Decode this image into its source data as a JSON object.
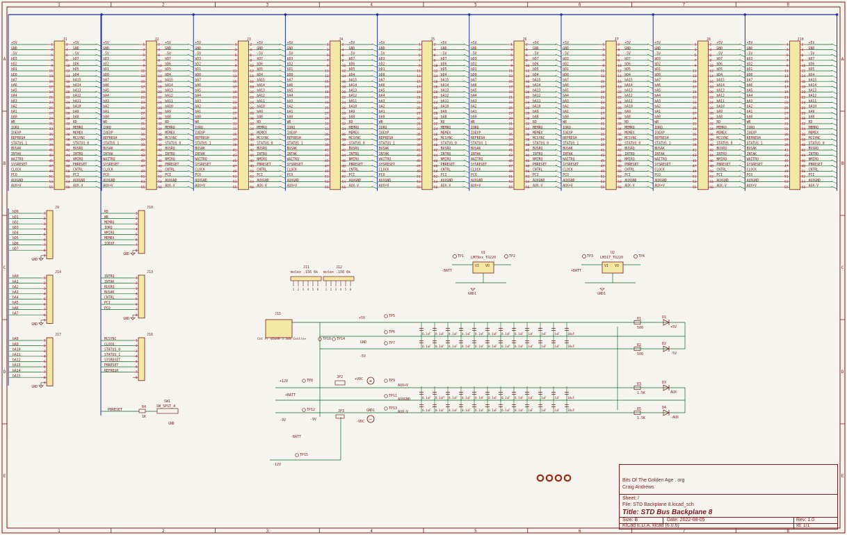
{
  "frame": {
    "columns": [
      "1",
      "2",
      "3",
      "4",
      "5",
      "6",
      "7",
      "8"
    ],
    "rows": [
      "A",
      "B",
      "C",
      "D",
      "E"
    ]
  },
  "connector_designators": [
    "J1",
    "J2",
    "J3",
    "J4",
    "J5",
    "J6",
    "J7",
    "J8",
    "J10"
  ],
  "bus_pins": [
    {
      "l": "+5V",
      "ln": "1",
      "rn": "2",
      "r": "+5V"
    },
    {
      "l": "GND",
      "ln": "3",
      "rn": "4",
      "r": "GND"
    },
    {
      "l": "-5V",
      "ln": "5",
      "rn": "6",
      "r": "-5V"
    },
    {
      "l": "bD3",
      "ln": "7",
      "rn": "8",
      "r": "bD7"
    },
    {
      "l": "bD2",
      "ln": "9",
      "rn": "10",
      "r": "bD6"
    },
    {
      "l": "bD1",
      "ln": "11",
      "rn": "12",
      "r": "bD5"
    },
    {
      "l": "bD0",
      "ln": "13",
      "rn": "14",
      "r": "bD4"
    },
    {
      "l": "bA7",
      "ln": "15",
      "rn": "16",
      "r": "bA15"
    },
    {
      "l": "bA6",
      "ln": "17",
      "rn": "18",
      "r": "bA14"
    },
    {
      "l": "bA5",
      "ln": "19",
      "rn": "20",
      "r": "bA13"
    },
    {
      "l": "bA4",
      "ln": "21",
      "rn": "22",
      "r": "bA12"
    },
    {
      "l": "bA3",
      "ln": "23",
      "rn": "24",
      "r": "bA11"
    },
    {
      "l": "bA2",
      "ln": "25",
      "rn": "26",
      "r": "bA10"
    },
    {
      "l": "bA1",
      "ln": "27",
      "rn": "28",
      "r": "bA9"
    },
    {
      "l": "bA0",
      "ln": "29",
      "rn": "30",
      "r": "bA8"
    },
    {
      "l": "WR",
      "ln": "31",
      "rn": "32",
      "r": "RD"
    },
    {
      "l": "IORQ",
      "ln": "33",
      "rn": "34",
      "r": "MEMRQ"
    },
    {
      "l": "IOEXP",
      "ln": "35",
      "rn": "36",
      "r": "MEMEX"
    },
    {
      "l": "REFRESH",
      "ln": "37",
      "rn": "38",
      "r": "MCSYNC"
    },
    {
      "l": "STATUS_1",
      "ln": "39",
      "rn": "40",
      "r": "STATUS_0"
    },
    {
      "l": "BUSAK",
      "ln": "41",
      "rn": "42",
      "r": "BUSRQ"
    },
    {
      "l": "INTAK",
      "ln": "43",
      "rn": "44",
      "r": "INTRQ"
    },
    {
      "l": "WAITRQ",
      "ln": "45",
      "rn": "46",
      "r": "NMIRQ"
    },
    {
      "l": "SYSRESET",
      "ln": "47",
      "rn": "48",
      "r": "PBRESET"
    },
    {
      "l": "CLOCK",
      "ln": "49",
      "rn": "50",
      "r": "CNTRL"
    },
    {
      "l": "PCO",
      "ln": "51",
      "rn": "52",
      "r": "PCI"
    },
    {
      "l": "AUXGND",
      "ln": "53",
      "rn": "54",
      "r": "AUXGND"
    },
    {
      "l": "AUX+V",
      "ln": "55",
      "rn": "56",
      "r": "AUX-V"
    }
  ],
  "headers": [
    {
      "ref": "J9",
      "pins": [
        "bD0",
        "bD1",
        "bD2",
        "bD3",
        "bD4",
        "bD5",
        "bD6",
        "bD7"
      ],
      "gnd": "GND"
    },
    {
      "ref": "J10",
      "pins": [
        "RD",
        "WR",
        "MEMRQ",
        "IORQ",
        "NMIRQ",
        "MEMEX",
        "IOEXP"
      ],
      "gnd": "GND"
    },
    {
      "ref": "J14",
      "pins": [
        "bA0",
        "bA1",
        "bA2",
        "bA3",
        "bA4",
        "bA5",
        "bA6",
        "bA7"
      ],
      "gnd": "GND"
    },
    {
      "ref": "J13",
      "pins": [
        "INTRQ",
        "INTAK",
        "BUSRQ",
        "BUSAK",
        "CNTRL",
        "PCI",
        "PCO"
      ],
      "gnd": "GND"
    },
    {
      "ref": "J17",
      "pins": [
        "bA8",
        "bA9",
        "bA10",
        "bA11",
        "bA12",
        "bA13",
        "bA14",
        "bA15"
      ],
      "gnd": "GND"
    },
    {
      "ref": "J16",
      "pins": [
        "MCSYNC",
        "CLOCK",
        "STATUS_0",
        "STATUS_1",
        "SYSRESET",
        "PBRESET",
        "REFRESH"
      ],
      "gnd": ""
    }
  ],
  "power": {
    "reset": {
      "net": "PBRESET",
      "r": "R4",
      "rv": "1K",
      "sw": "SW1",
      "swv": "SW_SPST_4",
      "gnd": "GND"
    },
    "molex1": {
      "ref": "J11",
      "val": "molex .156 6k"
    },
    "molex2": {
      "ref": "J12",
      "val": "molex .156 6k"
    },
    "reg1": {
      "ref": "U1",
      "val": "LM79xx_TO220",
      "vi": "VI",
      "vo": "VO",
      "batt": "-BATT",
      "gnd": "GND1",
      "tp1": "TP1",
      "tp2": "TP2"
    },
    "reg2": {
      "ref": "U2",
      "val": "LM317_TO220",
      "vi": "VI",
      "vo": "VO",
      "batt": "+BATT",
      "gnd": "GND1",
      "tp3": "TP3",
      "tp4": "TP4"
    },
    "jack": {
      "ref": "J15",
      "val": "Cnt P/ 050AM 5.5mm Centre+"
    },
    "nets": {
      "p5": "+5V",
      "gnd": "GND",
      "m5": "-5V",
      "p12": "+12V",
      "pbatt": "+BATT",
      "m9": "-9V",
      "mbatt": "-BATT",
      "m12": "-12V",
      "pvdc": "+VDC",
      "mvdc": "-VDC",
      "gnd1": "GND1",
      "auxp": "AUX+V",
      "auxgnd": "AUXGND",
      "auxm": "AUX-V"
    },
    "tps": [
      "TP5",
      "TP6",
      "TP7",
      "TP8",
      "TP9",
      "TP10",
      "TP11",
      "TP12",
      "TP13",
      "TP14",
      "TP15"
    ],
    "jp": [
      "JP2",
      "JP3"
    ],
    "leds": [
      {
        "d": "D1",
        "r": "R1",
        "rv": "500",
        "net": "+5V"
      },
      {
        "d": "D2",
        "r": "R2",
        "rv": "500",
        "net": "-5V"
      },
      {
        "d": "D3",
        "r": "R3",
        "rv": "1.5K",
        "net": "AUX"
      },
      {
        "d": "D4",
        "r": "R5",
        "rv": "1.5K",
        "net": "-AUX"
      }
    ],
    "cap_small": "0.1uF",
    "cap_mid": "1uF",
    "cap_big": "10uF"
  },
  "title_block": {
    "company": "Bits Of The Golden Age . org",
    "author": "Craig Andrews",
    "sheet": "Sheet: /",
    "file": "File: STD Backplane 8.kicad_sch",
    "title": "Title: STD Bus Backplane 8",
    "size": "Size: B",
    "date": "Date: 2022-08-05",
    "rev": "Rev: 1.0",
    "tool": "KiCad E.D.A.  kicad (6.0.6)",
    "id": "Id: 1/1"
  },
  "colors": {
    "ink": "#7a1b1b",
    "wire": "#0a6b25",
    "bus": "#1f2fa0",
    "body": "#f3e7a6",
    "frame": "#7a1b1b",
    "bg": "#f5f4ef"
  }
}
